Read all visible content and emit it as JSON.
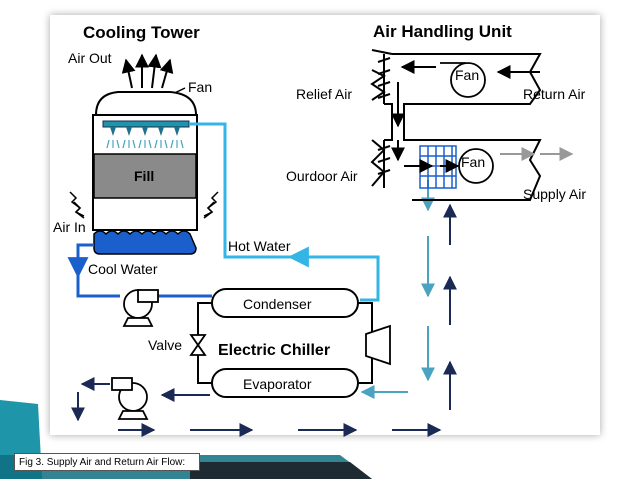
{
  "labels": {
    "cooling_tower": "Cooling Tower",
    "air_out": "Air Out",
    "fan_tower": "Fan",
    "fill": "Fill",
    "air_in": "Air In",
    "cool_water": "Cool Water",
    "hot_water": "Hot Water",
    "condenser": "Condenser",
    "valve": "Valve",
    "electric_chiller": "Electric Chiller",
    "evaporator": "Evaporator",
    "air_handling_unit": "Air Handling Unit",
    "relief_air": "Relief Air",
    "return_air": "Return Air",
    "outdoor_air": "Ourdoor Air",
    "fan_return": "Fan",
    "fan_supply": "Fan",
    "supply_air": "Supply Air"
  },
  "caption": "Fig 3. Supply Air and Return Air Flow:",
  "colors": {
    "hot_water": "#33b5e5",
    "cool_water": "#1a5fcc",
    "navy_arrow": "#1b2a55",
    "teal_arrow": "#4aa3c0",
    "accent_teal": "#1e95a8",
    "fill": "#8a8a8a"
  }
}
